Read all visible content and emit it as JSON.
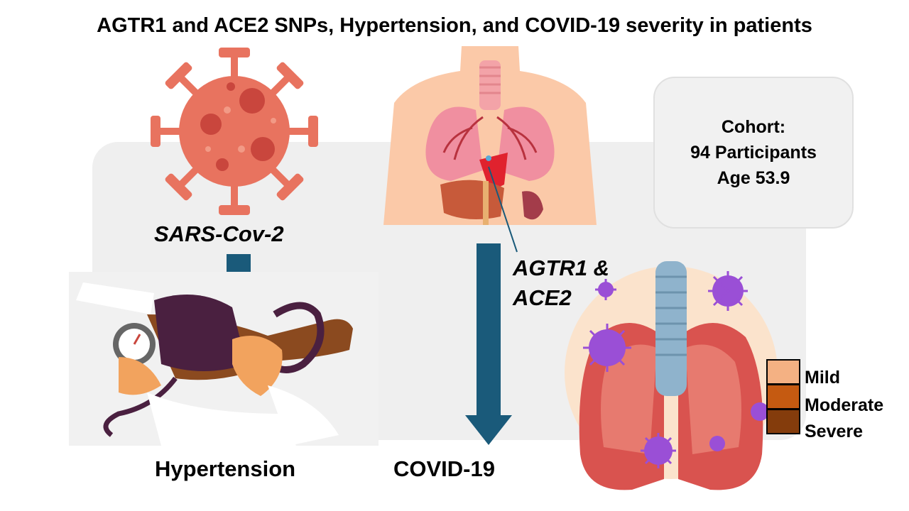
{
  "title": "AGTR1 and ACE2 SNPs, Hypertension, and COVID-19 severity in patients",
  "labels": {
    "virus": "SARS-Cov-2",
    "hypertension": "Hypertension",
    "covid": "COVID-19",
    "genes_line1": "AGTR1 &",
    "genes_line2": "ACE2"
  },
  "cohort": {
    "line1": "Cohort:",
    "line2": "94 Participants",
    "line3": "Age 53.9"
  },
  "legend": [
    {
      "label": "Mild",
      "color": "#f4b183"
    },
    {
      "label": "Moderate",
      "color": "#c55a11"
    },
    {
      "label": "Severe",
      "color": "#843c0c"
    }
  ],
  "colors": {
    "arrow": "#1a5a7a",
    "virus": "#e8735f",
    "panel": "#efefef"
  }
}
